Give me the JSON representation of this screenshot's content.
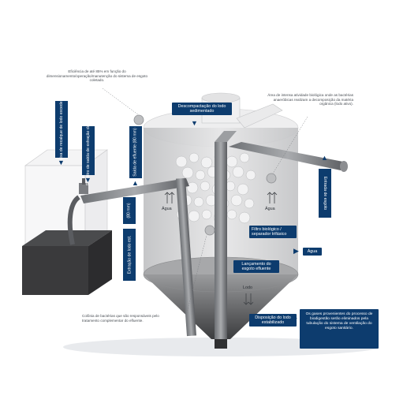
{
  "notes": {
    "efficiency": "Eficiência de até 85% em função do dimensionamento/operação/manutenção do sistema de esgoto coletado.",
    "anaerobic_area": "Área de intensa atividade biológica onde as bactérias anaeróbicas realizam a decomposição da matéria orgânica (lodo ativo).",
    "bacteria_colony": "Colônia de bactérias que são responsáveis pelo tratamento complementar do efluente.",
    "gases": "Os gases provenientes do processo de biodigestão serão eliminados pela tubulação do sistema de ventilação do esgoto sanitário."
  },
  "tags": {
    "decompactacao": "Descompactação do lodo sedimentado",
    "filtro": "Filtro biológico / separador trifásico",
    "lancamento": "Lançamento do esgoto efluente",
    "disposicao": "Disposição do lodo estabilizado",
    "agua_inlet": "Água",
    "caixa_recalque": "Caixa de recalque de lodo excedente",
    "registro": "Registro de saída de extração do lodo",
    "saida_efluente": "Saída de efluente (80 mm)",
    "extracao_lodo": "Extração de lodo est.",
    "diam_80": "(80 mm)",
    "entrada_esgoto": "Entrada de esgoto"
  },
  "labels": {
    "agua_left": "Água",
    "agua_right": "Água",
    "lodo": "Lodo"
  },
  "colors": {
    "navy": "#0d3c6e",
    "tank_gray": "#d9d9d9",
    "pipe_dark": "#5f6266",
    "sludge": "#3a3a3c"
  }
}
